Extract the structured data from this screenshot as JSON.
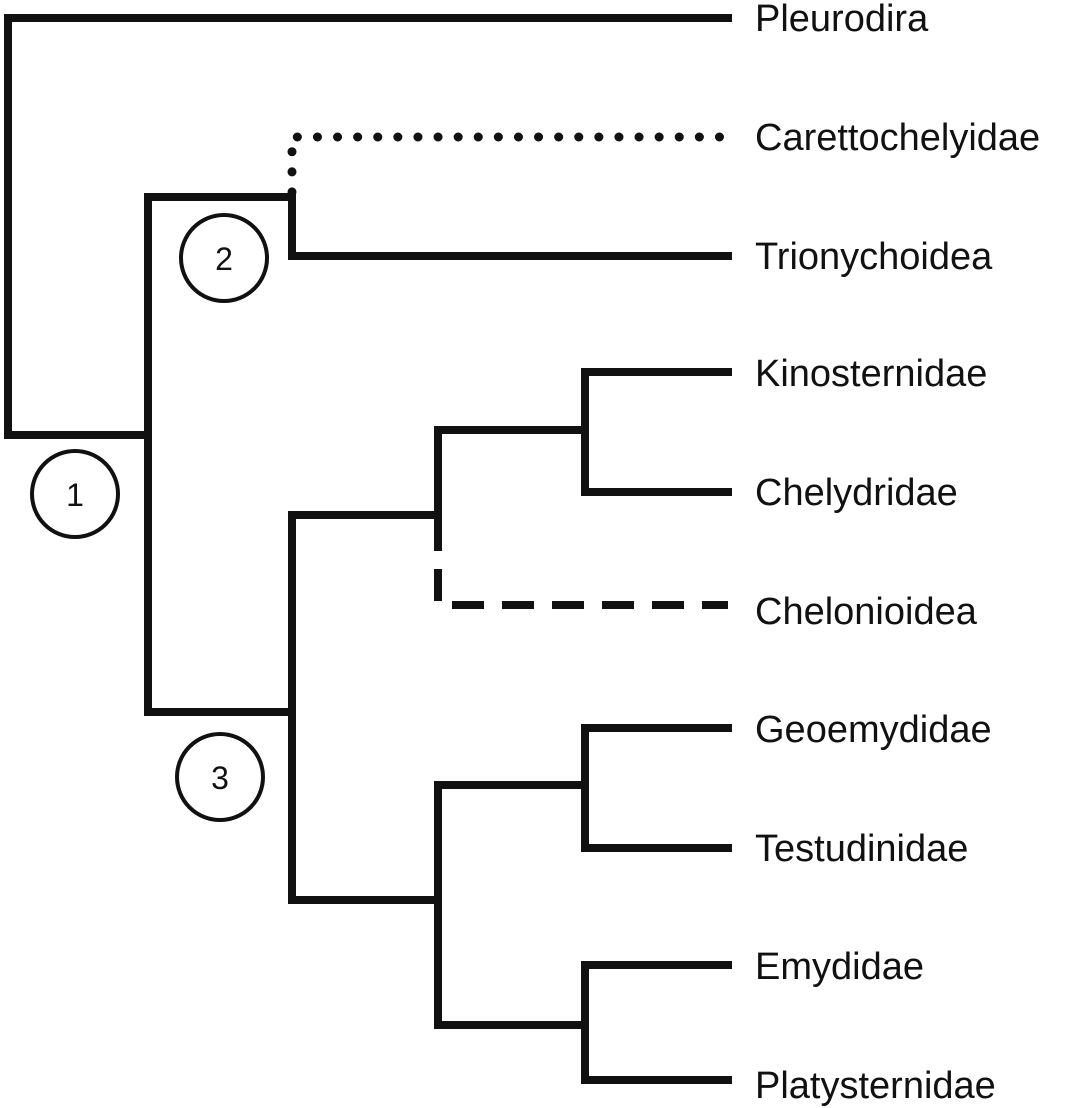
{
  "taxa": {
    "pleurodira": "Pleurodira",
    "carettochelyidae": "Carettochelyidae",
    "trionychoidea": "Trionychoidea",
    "kinosternidae": "Kinosternidae",
    "chelydridae": "Chelydridae",
    "chelonioidea": "Chelonioidea",
    "geoemydidae": "Geoemydidae",
    "testudinidae": "Testudinidae",
    "emydidae": "Emydidae",
    "platysternidae": "Platysternidae"
  },
  "nodes": {
    "node1": "1",
    "node2": "2",
    "node3": "3"
  },
  "line_color": "#111111",
  "background": "#ffffff"
}
